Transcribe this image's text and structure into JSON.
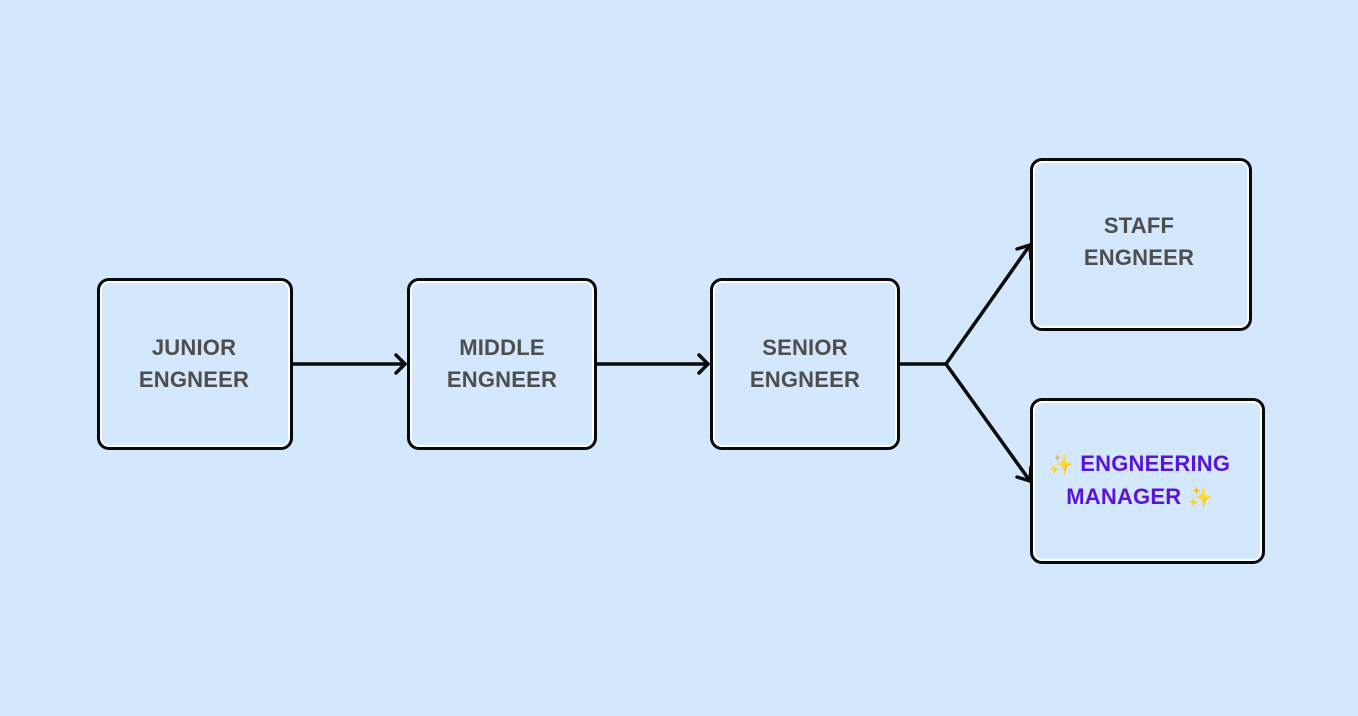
{
  "diagram": {
    "background_color": "#d3e7fd",
    "border_color": "#0a0a0a",
    "text_color": "#4e4e4e",
    "highlight_text_color": "#5a14d8",
    "sparkle_color": "#f6b73c",
    "nodes": {
      "junior": {
        "line1": "JUNIOR",
        "line2": "ENGNEER"
      },
      "middle": {
        "line1": "MIDDLE",
        "line2": "ENGNEER"
      },
      "senior": {
        "line1": "SENIOR",
        "line2": "ENGNEER"
      },
      "staff": {
        "line1": "STAFF",
        "line2": "ENGNEER"
      },
      "engineering_manager": {
        "sparkle": "✨",
        "line1": "ENGNEERING",
        "line2": "MANAGER"
      }
    },
    "edges": [
      {
        "from": "junior",
        "to": "middle"
      },
      {
        "from": "middle",
        "to": "senior"
      },
      {
        "from": "senior",
        "to": "staff"
      },
      {
        "from": "senior",
        "to": "engineering_manager"
      }
    ]
  }
}
